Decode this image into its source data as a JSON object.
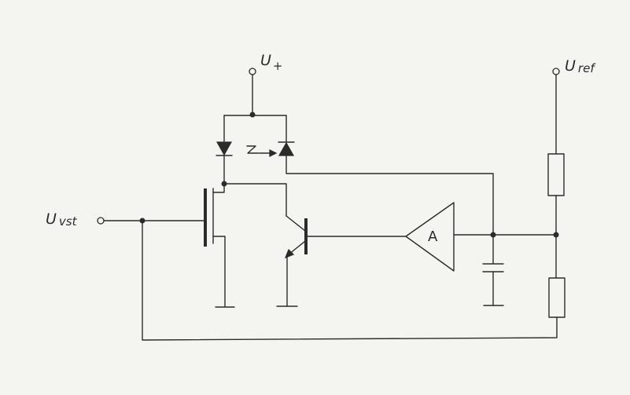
{
  "labels": {
    "supply_main": "U",
    "supply_sub": "+",
    "reference_main": "U",
    "reference_sub": "ref",
    "input_main": "U",
    "input_sub": "vst"
  },
  "amplifier": {
    "letter": "A"
  },
  "colors": {
    "ink": "#2b2b2b",
    "paper": "#f4f4f1"
  }
}
